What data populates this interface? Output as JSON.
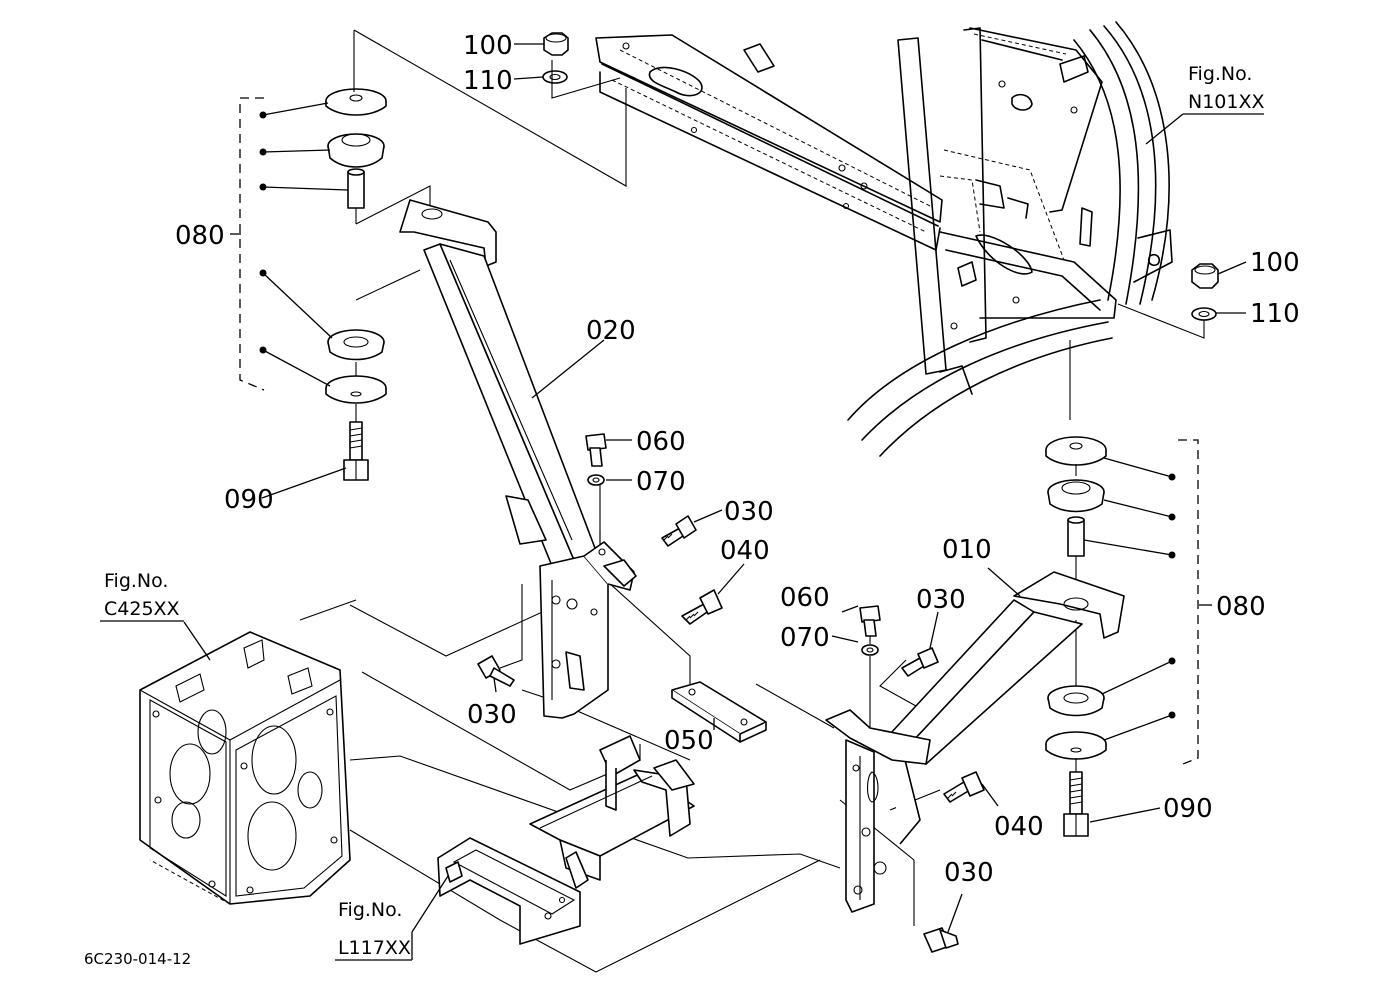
{
  "callouts": {
    "p100_top": "100",
    "p110_top": "110",
    "p080_left": "080",
    "p020": "020",
    "p060_left": "060",
    "p070_left": "070",
    "p030_a": "030",
    "p040_left": "040",
    "p090_left": "090",
    "p030_b": "030",
    "p050": "050",
    "p010": "010",
    "p060_right": "060",
    "p070_right": "070",
    "p030_c": "030",
    "p100_right": "100",
    "p110_right": "110",
    "p080_right": "080",
    "p040_right": "040",
    "p090_right": "090",
    "p030_d": "030"
  },
  "figure_refs": {
    "n101": {
      "label": "Fig.No.",
      "number": "N101XX"
    },
    "c425": {
      "label": "Fig.No.",
      "number": "C425XX"
    },
    "l117": {
      "label": "Fig.No.",
      "number": "L117XX"
    }
  },
  "drawing_code": "6C230-014-12"
}
